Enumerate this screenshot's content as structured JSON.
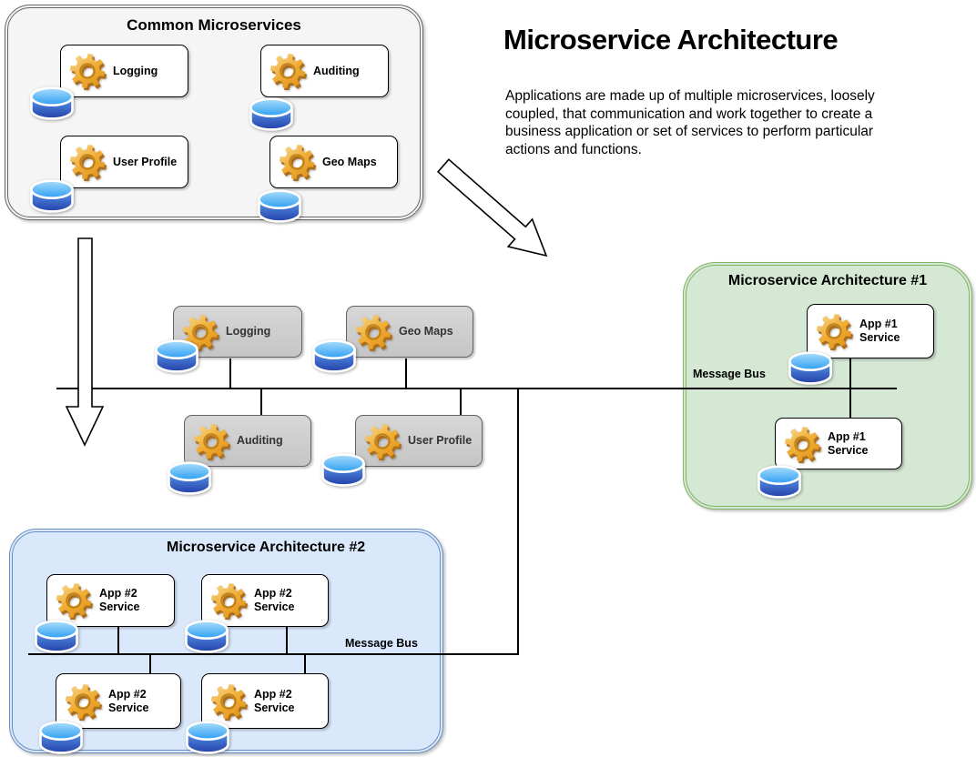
{
  "header": {
    "title": "Microservice Architecture",
    "description": "Applications are made up of multiple microservices, loosely\ncoupled, that communication and work together to create a\nbusiness application or set of services to perform particular\nactions and functions."
  },
  "common": {
    "title": "Common Microservices",
    "services": {
      "logging": "Logging",
      "auditing": "Auditing",
      "user_profile": "User Profile",
      "geo_maps": "Geo Maps"
    }
  },
  "middle": {
    "logging": "Logging",
    "geo_maps": "Geo Maps",
    "auditing": "Auditing",
    "user_profile": "User Profile"
  },
  "arch1": {
    "title": "Microservice Architecture #1",
    "bus_label": "Message Bus",
    "service_top": "App #1\nService",
    "service_bottom": "App #1\nService"
  },
  "arch2": {
    "title": "Microservice Architecture #2",
    "bus_label": "Message Bus",
    "service_top_left": "App #2\nService",
    "service_top_right": "App #2\nService",
    "service_bottom_left": "App #2\nService",
    "service_bottom_right": "App #2\nService"
  },
  "icons": {
    "service": "gear-icon",
    "datastore": "database-icon",
    "flow_down": "arrow-down-icon",
    "flow_diagonal": "arrow-diagonal-icon"
  },
  "colors": {
    "common_fill": "#f5f5f5",
    "common_stroke": "#666666",
    "arch1_fill": "#d5e8d4",
    "arch1_stroke": "#82b366",
    "arch2_fill": "#dae8fc",
    "arch2_stroke": "#6c8ebf",
    "service_gray_fill": "#cccccc",
    "service_white_fill": "#ffffff",
    "gear_orange": "#e89a25",
    "database_blue": "#2f7de1",
    "line_black": "#000000"
  }
}
